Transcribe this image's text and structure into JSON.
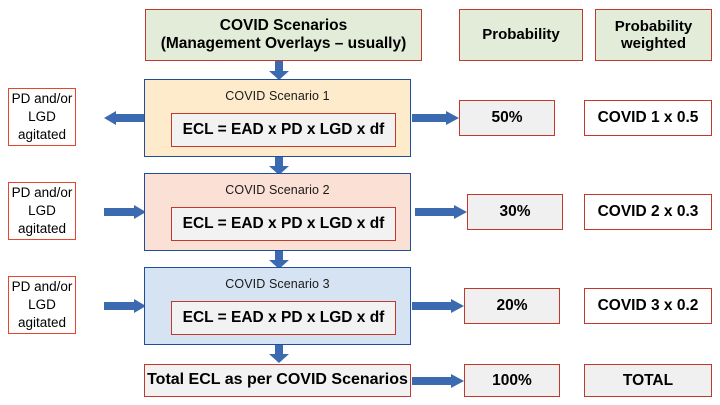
{
  "diagram": {
    "title": "COVID Scenarios ECL probability-weighting flow",
    "colors": {
      "header_fill": "#e2ecd8",
      "red_border": "#c0392b",
      "blue_border": "#1f4e9c",
      "arrow_blue": "#3c6ab0",
      "scenario1_fill": "#fdebcb",
      "scenario2_fill": "#fbe0d5",
      "scenario3_fill": "#d6e3f3",
      "value_fill": "#f0f0f0"
    }
  },
  "headers": {
    "scenarios_line1": "COVID Scenarios",
    "scenarios_line2": "(Management Overlays – usually)",
    "probability": "Probability",
    "probability_weighted_line1": "Probability",
    "probability_weighted_line2": "weighted"
  },
  "notes": [
    {
      "line1": "PD and/or",
      "line2": "LGD",
      "line3": "agitated"
    },
    {
      "line1": "PD and/or",
      "line2": "LGD",
      "line3": "agitated"
    },
    {
      "line1": "PD and/or",
      "line2": "LGD",
      "line3": "agitated"
    }
  ],
  "scenarios": [
    {
      "label": "COVID Scenario 1",
      "formula": "ECL = EAD x PD x LGD x df",
      "probability": "50%",
      "weighted": "COVID 1 x 0.5"
    },
    {
      "label": "COVID Scenario 2",
      "formula": "ECL = EAD x PD x LGD x df",
      "probability": "30%",
      "weighted": "COVID 2 x 0.3"
    },
    {
      "label": "COVID Scenario 3",
      "formula": "ECL = EAD x PD x LGD x df",
      "probability": "20%",
      "weighted": "COVID 3 x 0.2"
    }
  ],
  "total": {
    "label": "Total ECL as per COVID Scenarios",
    "probability": "100%",
    "weighted": "TOTAL"
  }
}
